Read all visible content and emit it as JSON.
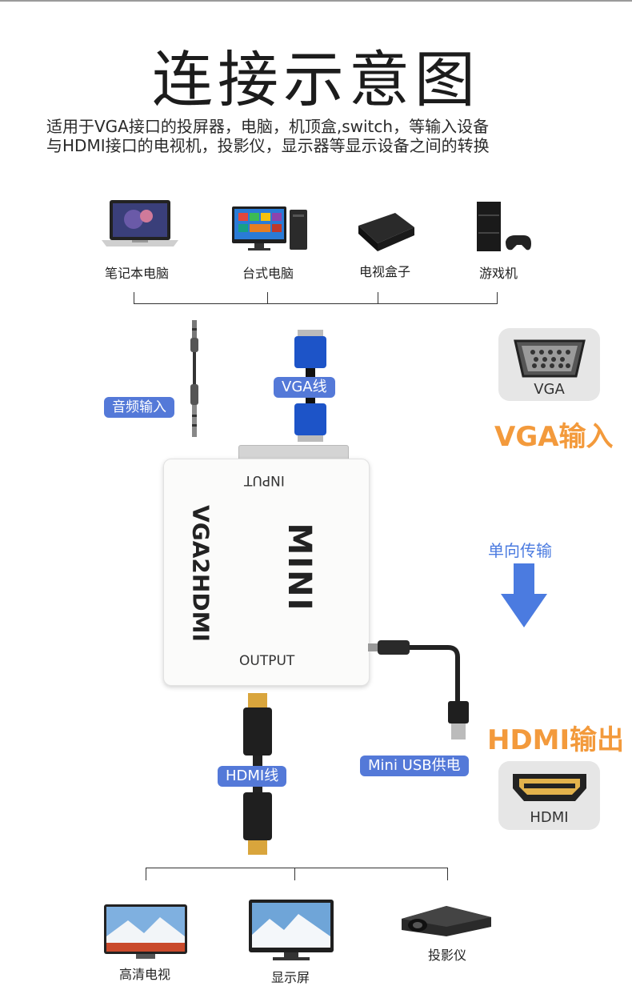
{
  "title": "连接示意图",
  "description": {
    "line1": "适用于VGA接口的投屏器，电脑，机顶盒,switch，等输入设备",
    "line2": "与HDMI接口的电视机，投影仪，显示器等显示设备之间的转换"
  },
  "input_devices": [
    {
      "label": "笔记本电脑",
      "icon": "laptop-icon"
    },
    {
      "label": "台式电脑",
      "icon": "desktop-computer-icon"
    },
    {
      "label": "电视盒子",
      "icon": "tv-box-icon"
    },
    {
      "label": "游戏机",
      "icon": "game-console-icon"
    }
  ],
  "labels": {
    "audio_input": "音频输入",
    "vga_cable": "VGA线",
    "hdmi_cable": "HDMI线",
    "mini_usb": "Mini USB供电",
    "vga_input": "VGA输入",
    "hdmi_output": "HDMI输出",
    "one_way": "单向传输"
  },
  "ports": {
    "vga": "VGA",
    "hdmi": "HDMI"
  },
  "converter": {
    "input_label": "INPUT",
    "output_label": "OUTPUT",
    "model": "VGA2HDMI",
    "brand": "MINI"
  },
  "output_devices": [
    {
      "label": "高清电视",
      "icon": "hdtv-icon"
    },
    {
      "label": "显示屏",
      "icon": "monitor-icon"
    },
    {
      "label": "投影仪",
      "icon": "projector-icon"
    }
  ],
  "colors": {
    "accent_blue": "#5479d8",
    "accent_orange": "#f39a3c",
    "arrow_blue": "#4b7be0"
  }
}
